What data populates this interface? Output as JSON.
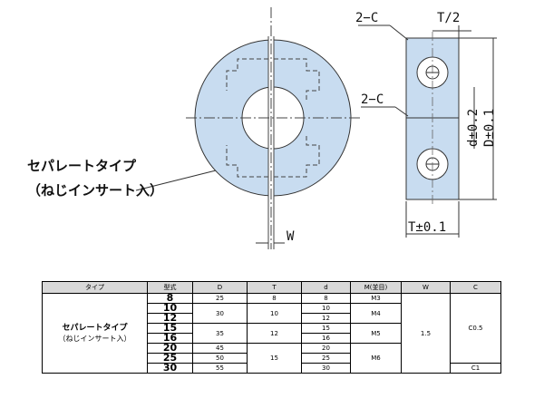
{
  "drawing": {
    "type_label_line1": "セパレートタイプ",
    "type_label_line2": "（ねじインサート入）",
    "chamfer_top": "2−C",
    "chamfer_mid": "2−C",
    "half_thickness": "T/2",
    "bore_tolerance": "d±0.2",
    "outer_tolerance": "D±0.1",
    "thickness_tolerance": "T±0.1",
    "slit_width": "W",
    "fill_color": "#c8dcf0"
  },
  "table": {
    "headers": [
      "タイプ",
      "型式",
      "D",
      "T",
      "d",
      "M(並目)",
      "W",
      "C"
    ],
    "type_name": "セパレートタイプ",
    "type_sub": "（ねじインサート入）",
    "models": [
      "8",
      "10",
      "12",
      "15",
      "16",
      "20",
      "25",
      "30"
    ],
    "d_values": [
      "8",
      "10",
      "12",
      "15",
      "16",
      "20",
      "25",
      "30"
    ],
    "D_values": [
      "25",
      "30",
      "35",
      "45",
      "50",
      "55"
    ],
    "T_values": [
      "8",
      "10",
      "12",
      "15"
    ],
    "M_values": [
      "M3",
      "M4",
      "M5",
      "M6"
    ],
    "W_value": "1.5",
    "C_values": [
      "C0.5",
      "C1"
    ]
  }
}
